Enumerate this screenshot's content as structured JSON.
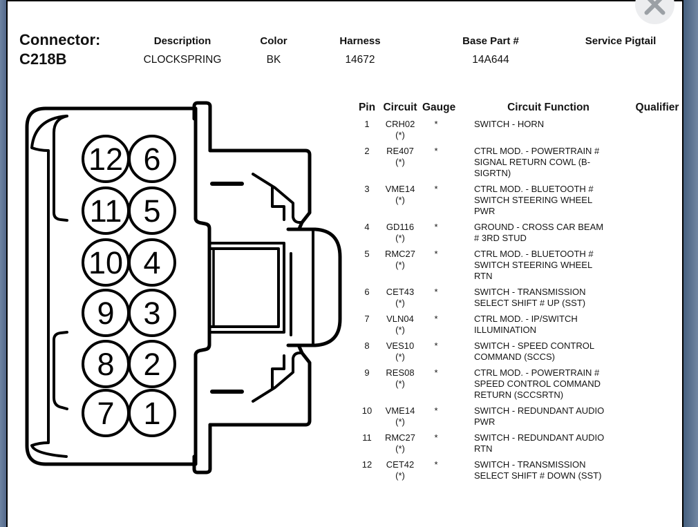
{
  "frame": {
    "accent_color": "#5d7596",
    "close_icon_color": "#9ba0a5"
  },
  "close_button": {
    "icon": "x-icon"
  },
  "header": {
    "connector_label": "Connector:",
    "connector_id": "C218B",
    "fields": [
      {
        "label": "Description",
        "value": "CLOCKSPRING"
      },
      {
        "label": "Color",
        "value": "BK"
      },
      {
        "label": "Harness",
        "value": "14672"
      },
      {
        "label": "Base Part #",
        "value": "14A644"
      },
      {
        "label": "Service Pigtail",
        "value": ""
      }
    ]
  },
  "diagram": {
    "description": "12-cavity connector face view, two columns of numbered pins",
    "pin_labels": [
      "12",
      "6",
      "11",
      "5",
      "10",
      "4",
      "9",
      "3",
      "8",
      "2",
      "7",
      "1"
    ]
  },
  "table": {
    "headers": {
      "pin": "Pin",
      "circuit": "Circuit",
      "gauge": "Gauge",
      "function": "Circuit Function",
      "qualifier": "Qualifier"
    },
    "rows": [
      {
        "pin": "1",
        "circuit": "CRH02",
        "circuit_note": "(*)",
        "gauge": "*",
        "function": "SWITCH - HORN",
        "qualifier": ""
      },
      {
        "pin": "2",
        "circuit": "RE407",
        "circuit_note": "(*)",
        "gauge": "*",
        "function": "CTRL MOD. - POWERTRAIN #\nSIGNAL RETURN COWL (B-\nSIGRTN)",
        "qualifier": ""
      },
      {
        "pin": "3",
        "circuit": "VME14",
        "circuit_note": "(*)",
        "gauge": "*",
        "function": "CTRL MOD. - BLUETOOTH #\nSWITCH STEERING WHEEL\nPWR",
        "qualifier": ""
      },
      {
        "pin": "4",
        "circuit": "GD116",
        "circuit_note": "(*)",
        "gauge": "*",
        "function": "GROUND - CROSS CAR BEAM\n# 3RD STUD",
        "qualifier": ""
      },
      {
        "pin": "5",
        "circuit": "RMC27",
        "circuit_note": "(*)",
        "gauge": "*",
        "function": "CTRL MOD. - BLUETOOTH #\nSWITCH STEERING WHEEL\nRTN",
        "qualifier": ""
      },
      {
        "pin": "6",
        "circuit": "CET43",
        "circuit_note": "(*)",
        "gauge": "*",
        "function": "SWITCH - TRANSMISSION\nSELECT SHIFT # UP (SST)",
        "qualifier": ""
      },
      {
        "pin": "7",
        "circuit": "VLN04",
        "circuit_note": "(*)",
        "gauge": "*",
        "function": "CTRL MOD. - IP/SWITCH\nILLUMINATION",
        "qualifier": ""
      },
      {
        "pin": "8",
        "circuit": "VES10",
        "circuit_note": "(*)",
        "gauge": "*",
        "function": "SWITCH - SPEED CONTROL\nCOMMAND (SCCS)",
        "qualifier": ""
      },
      {
        "pin": "9",
        "circuit": "RES08",
        "circuit_note": "(*)",
        "gauge": "*",
        "function": "CTRL MOD. - POWERTRAIN #\nSPEED CONTROL COMMAND\nRETURN (SCCSRTN)",
        "qualifier": ""
      },
      {
        "pin": "10",
        "circuit": "VME14",
        "circuit_note": "(*)",
        "gauge": "*",
        "function": "SWITCH - REDUNDANT AUDIO\nPWR",
        "qualifier": ""
      },
      {
        "pin": "11",
        "circuit": "RMC27",
        "circuit_note": "(*)",
        "gauge": "*",
        "function": "SWITCH - REDUNDANT AUDIO\nRTN",
        "qualifier": ""
      },
      {
        "pin": "12",
        "circuit": "CET42",
        "circuit_note": "(*)",
        "gauge": "*",
        "function": "SWITCH - TRANSMISSION\nSELECT SHIFT # DOWN (SST)",
        "qualifier": ""
      }
    ]
  }
}
